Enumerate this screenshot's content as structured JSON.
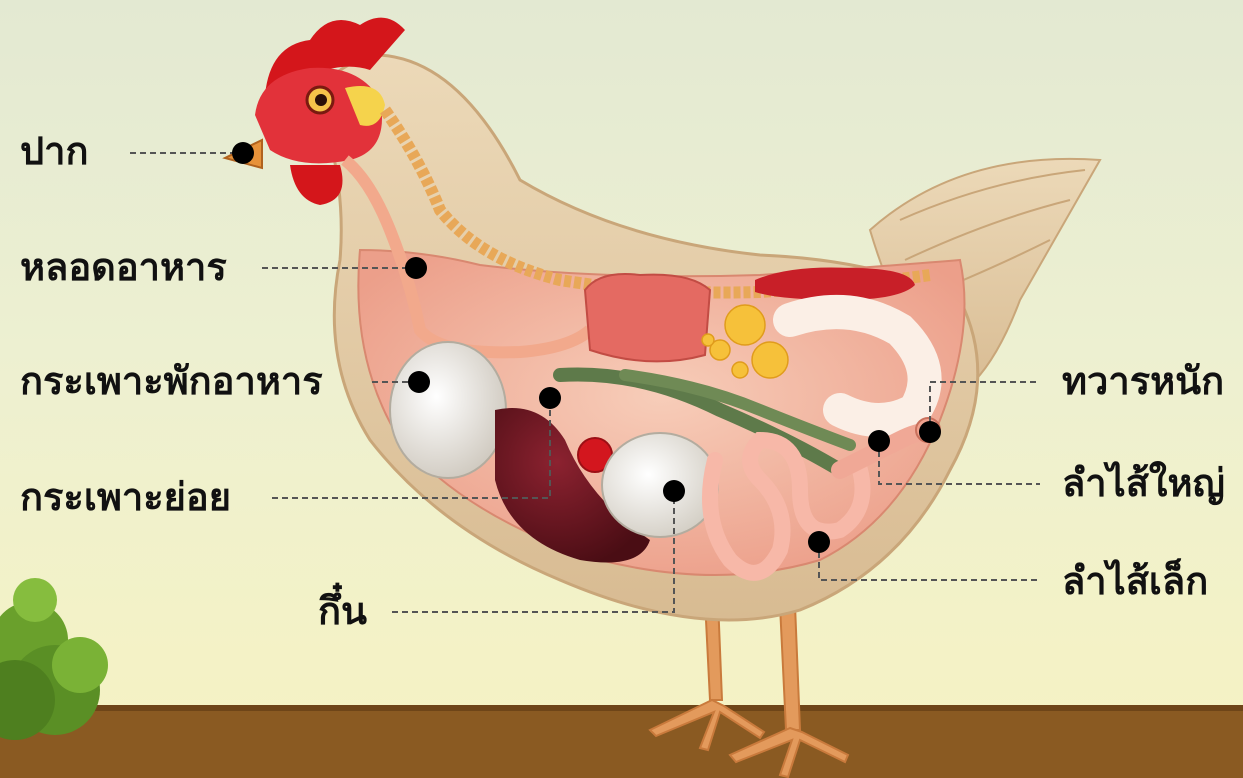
{
  "labels": {
    "mouth": "ปาก",
    "esophagus": "หลอดอาหาร",
    "crop": "กระเพาะพักอาหาร",
    "proventriculus": "กระเพาะย่อย",
    "gizzard": "กึ๋น",
    "cloaca": "ทวารหนัก",
    "large_intestine": "ลำไส้ใหญ่",
    "small_intestine": "ลำไส้เล็ก"
  },
  "colors": {
    "label_text": "#111111",
    "pointer_dot": "#000000",
    "leader_line": "#555555",
    "ground": "#8a5a22",
    "bush": "#6a9a2a",
    "comb": "#d4161b",
    "body_cavity": "#f2b8a4"
  }
}
